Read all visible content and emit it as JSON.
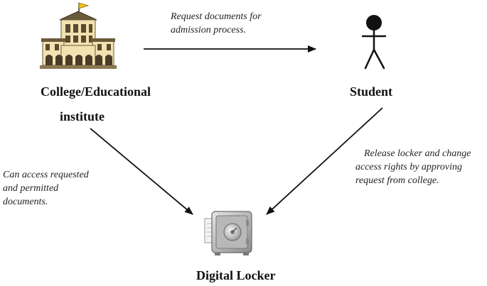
{
  "nodes": {
    "college": {
      "label_line1": "College/Educational",
      "label_line2": "institute",
      "icon": "college-building-icon"
    },
    "student": {
      "label": "Student",
      "icon": "stick-figure-icon"
    },
    "locker": {
      "label": "Digital Locker",
      "icon": "safe-locker-icon"
    }
  },
  "edges": {
    "college_to_student": {
      "line1": "Request documents for",
      "line2": "admission process."
    },
    "college_to_locker": {
      "line1": "Can access requested",
      "line2": "and permitted",
      "line3": "documents."
    },
    "student_to_locker": {
      "line1": "Release locker and change",
      "line2": "access rights by approving",
      "line3": "request from college."
    }
  },
  "colors": {
    "ink": "#111111",
    "roof": "#6b5a3a",
    "wall": "#f2e2b0",
    "flag": "#f0c020",
    "safe": "#a9a9a9"
  }
}
